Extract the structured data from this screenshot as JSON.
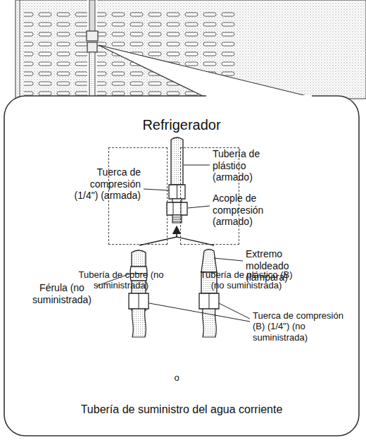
{
  "diagram": {
    "nodes": [
      {
        "text": [
          "Refrigerador",
          "Tubería de suministro del agua corriente"
        ]
      },
      {
        "text": [
          "Tubería de cobre (no suministrada)"
        ],
        "in": 0
      },
      {
        "text": [
          "Tubería de plástico (B) (no suministrada)"
        ],
        "in": 0
      }
    ],
    "labels": [
      "Tubería de plástico (armado)",
      "Tuerca de compresión (1/4\") (armada)",
      "Acople de compresión (armado)",
      "Férula (no suministrada)",
      "Extremo moldeado (lámpara)",
      "Tuerca de compresión (B) (1/4\") (no suministrada)",
      "o"
    ]
  }
}
